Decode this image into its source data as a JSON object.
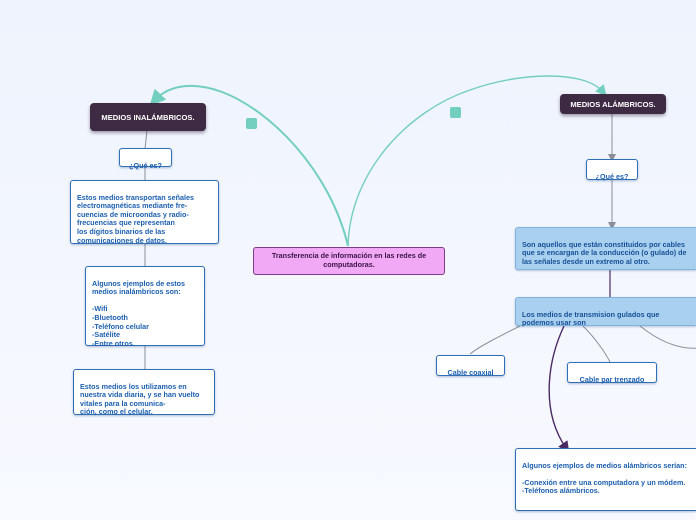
{
  "central": {
    "title": "Transferencia de información en las redes de computadoras."
  },
  "left": {
    "title": "MEDIOS INALÁMBRICOS.",
    "question": "¿Qué es?",
    "definition": "Estos medios transportan señales electromagnéticas mediante fre-\ncuencias de microondas y radio-\nfrecuencias que representan\n los dígitos binarios de las\n comunicaciones de datos.",
    "examples": "Algunos ejemplos de estos medios inalámbricos son:\n\n-Wifi\n-Bluetooth\n-Teléfono celular\n-Satélite\n-Entre otros.",
    "usage": "Estos medios los utilizamos en nuestra vida diaria, y se han vuelto vitales para la comunica-\nción, como el celular."
  },
  "right": {
    "title": "MEDIOS ALÁMBRICOS.",
    "question": "¿Qué es?",
    "definition": "Son aquellos que están constituidos por cables que se encargan de la conducción (o gulado) de las señales desde un extremo al otro.",
    "guided": "Los medios de transmision gulados que podemos usar son",
    "coaxial": "Cable coaxial",
    "twisted": "Cable par trenzado",
    "examples": "Algunos ejemplos de medios alámbricos serían:\n\n-Conexión entre una computadora y un módem.\n-Teléfonos alámbricos."
  },
  "colors": {
    "teal_connector": "#72cfc0",
    "gray_connector": "#8a8f99",
    "purple_connector": "#4a2a63",
    "central_fill": "#f2a9f5",
    "main_topic_fill": "#3f2a44",
    "node_border": "#2f6fb5",
    "blue_fill": "#a9d1ef"
  }
}
